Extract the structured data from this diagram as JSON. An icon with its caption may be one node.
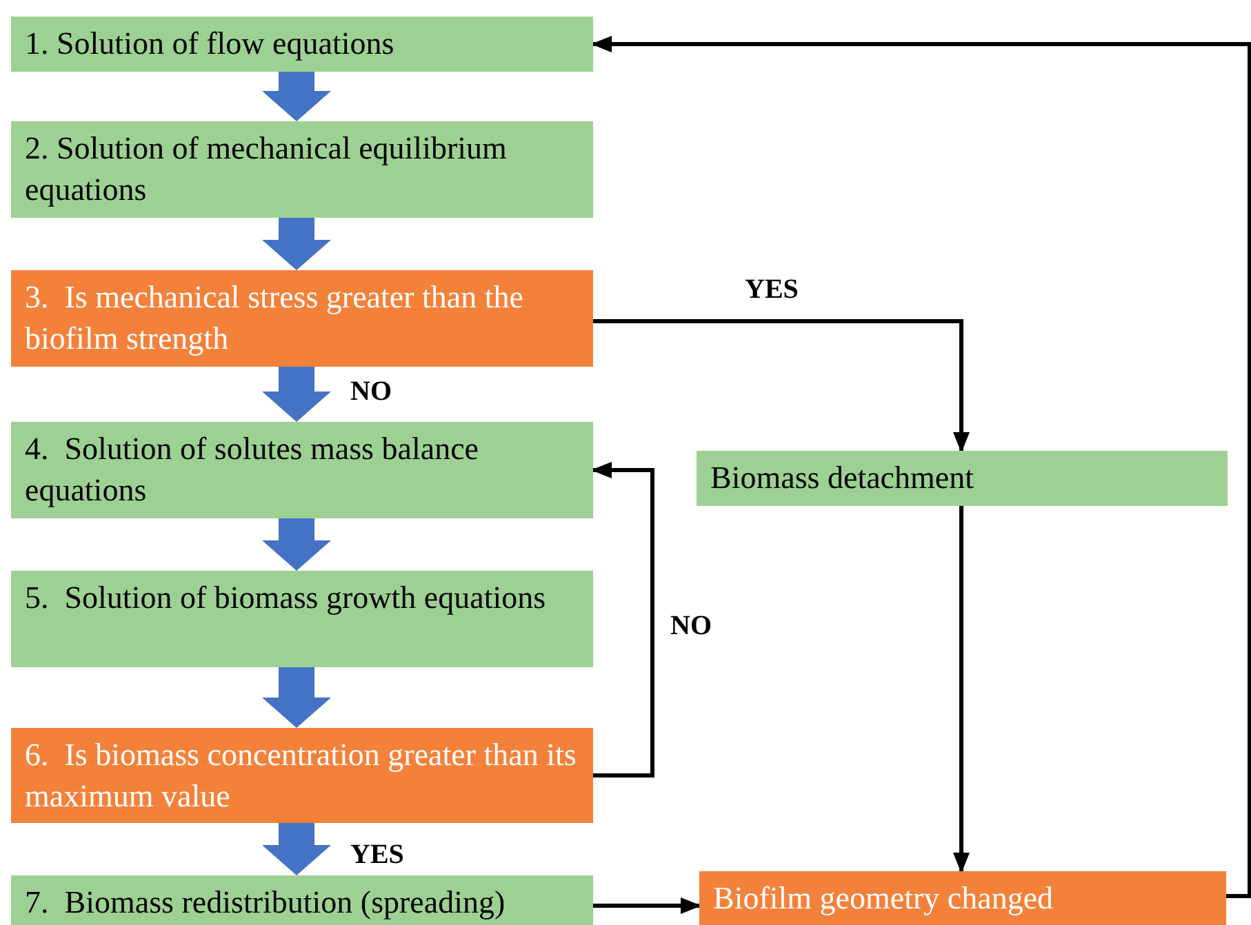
{
  "diagram": {
    "nodes": [
      {
        "text": [
          "1. Solution of flow equations"
        ]
      },
      {
        "text": [
          "2. Solution of mechanical equilibrium equations"
        ]
      },
      {
        "text": [
          "3.  Is mechanical stress greater than the biofilm strength"
        ]
      },
      {
        "text": [
          "4.  Solution of solutes mass balance equations"
        ]
      },
      {
        "text": [
          "5.  Solution of biomass growth equations"
        ]
      },
      {
        "text": [
          "6.  Is biomass concentration greater than its maximum value"
        ]
      },
      {
        "text": [
          "7.  Biomass redistribution (spreading)"
        ]
      },
      {
        "text": [
          "Biomass detachment"
        ]
      },
      {
        "text": [
          "Biofilm geometry changed"
        ]
      }
    ],
    "edges": [
      {
        "from": 0,
        "to": 1,
        "arrow": "to",
        "style": "thick",
        "color": "#4472c4"
      },
      {
        "from": 1,
        "to": 2,
        "arrow": "to",
        "style": "thick",
        "color": "#4472c4"
      },
      {
        "from": 2,
        "to": 3,
        "arrow": "to",
        "style": "thick",
        "color": "#4472c4",
        "label": "NO"
      },
      {
        "from": 3,
        "to": 4,
        "arrow": "to",
        "style": "thick",
        "color": "#4472c4"
      },
      {
        "from": 4,
        "to": 5,
        "arrow": "to",
        "style": "thick",
        "color": "#4472c4"
      },
      {
        "from": 5,
        "to": 6,
        "arrow": "to",
        "style": "thick",
        "color": "#4472c4",
        "label": "YES"
      },
      {
        "from": 2,
        "to": 7,
        "arrow": "to",
        "label": "YES"
      },
      {
        "from": 5,
        "to": 3,
        "arrow": "to",
        "label": "NO"
      },
      {
        "from": 7,
        "to": 8,
        "arrow": "to"
      },
      {
        "from": 6,
        "to": 8,
        "arrow": "to"
      },
      {
        "from": 8,
        "to": 0,
        "arrow": "to"
      }
    ]
  }
}
